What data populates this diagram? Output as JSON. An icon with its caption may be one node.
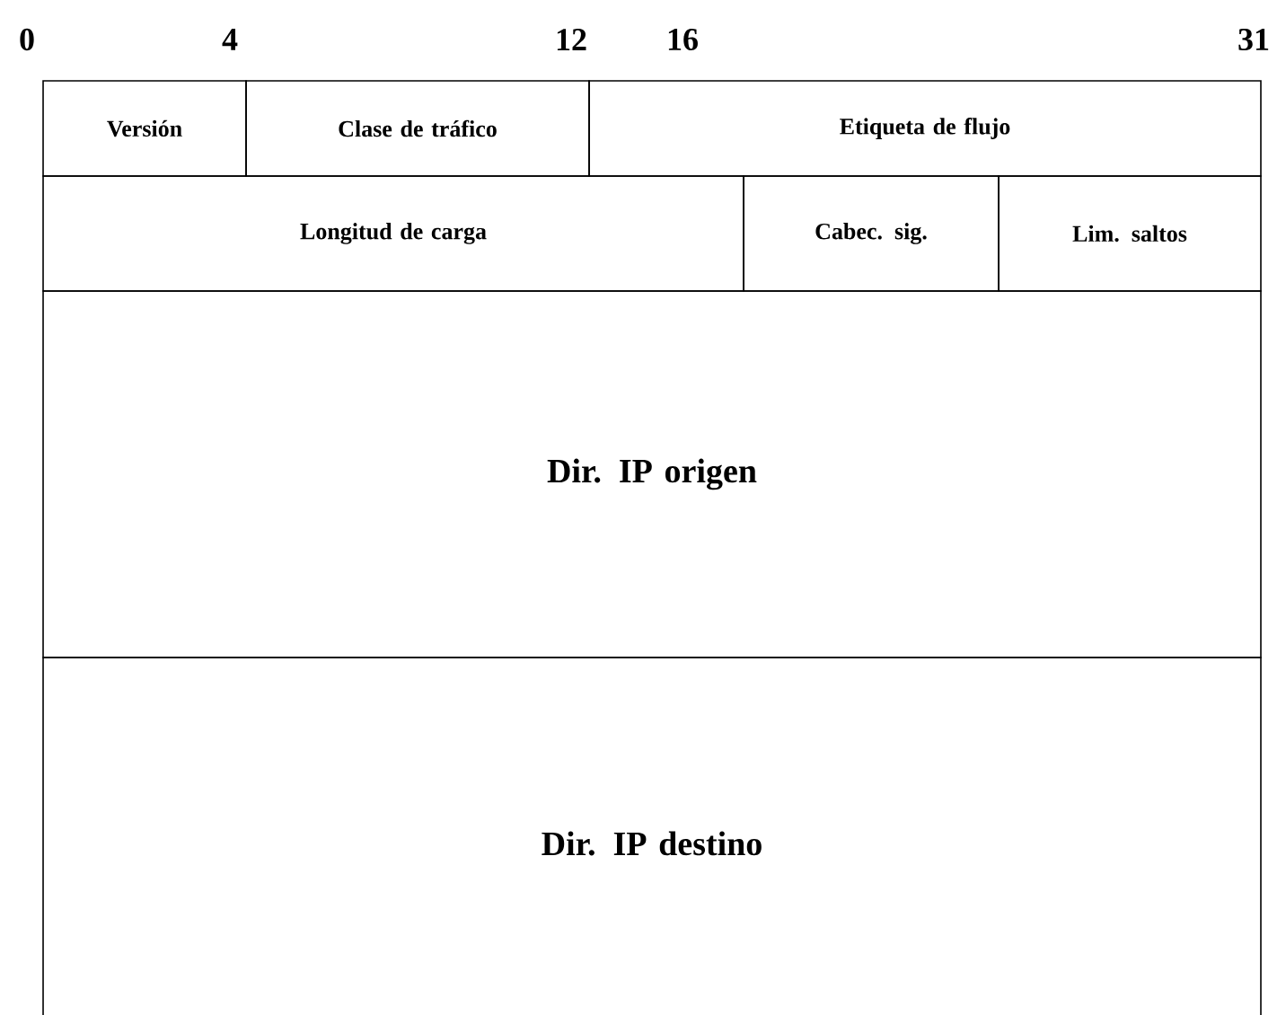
{
  "diagram": {
    "nodes": [
      {
        "text": [
          "Versión"
        ]
      },
      {
        "text": [
          "Clase de tráfico"
        ]
      },
      {
        "text": [
          "Etiqueta de flujo"
        ]
      },
      {
        "text": [
          "Longitud de carga"
        ]
      },
      {
        "text": [
          "Cabec. sig."
        ]
      },
      {
        "text": [
          "Lim. saltos"
        ]
      },
      {
        "text": [
          "Dir. IP origen"
        ]
      },
      {
        "text": [
          "Dir. IP destino"
        ]
      }
    ],
    "labels": [
      "0",
      "4",
      "12",
      "16",
      "31"
    ]
  }
}
